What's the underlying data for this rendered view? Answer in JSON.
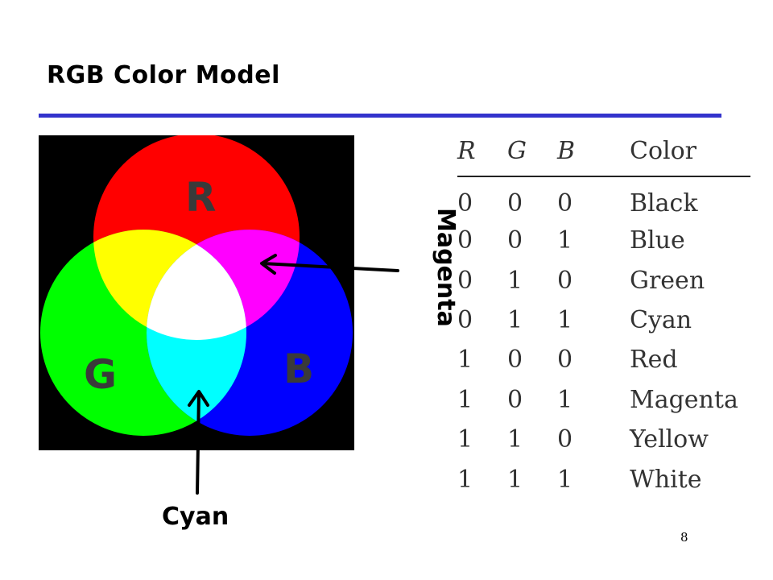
{
  "slide": {
    "title": "RGB Color Model",
    "page_number": "8"
  },
  "venn": {
    "letters": {
      "r": "R",
      "g": "G",
      "b": "B"
    },
    "colors": {
      "background": "#000000",
      "red": "#ff0000",
      "green": "#00ff00",
      "blue": "#0000ff",
      "yellow": "#ffff00",
      "cyan": "#00ffff",
      "magenta": "#ff00ff",
      "white": "#ffffff"
    }
  },
  "callouts": {
    "cyan": "Cyan",
    "magenta": "Magenta"
  },
  "table": {
    "headers": [
      "R",
      "G",
      "B",
      "Color"
    ],
    "rows": [
      [
        "0",
        "0",
        "0",
        "Black"
      ],
      [
        "0",
        "0",
        "1",
        "Blue"
      ],
      [
        "0",
        "1",
        "0",
        "Green"
      ],
      [
        "0",
        "1",
        "1",
        "Cyan"
      ],
      [
        "1",
        "0",
        "0",
        "Red"
      ],
      [
        "1",
        "0",
        "1",
        "Magenta"
      ],
      [
        "1",
        "1",
        "0",
        "Yellow"
      ],
      [
        "1",
        "1",
        "1",
        "White"
      ]
    ]
  }
}
